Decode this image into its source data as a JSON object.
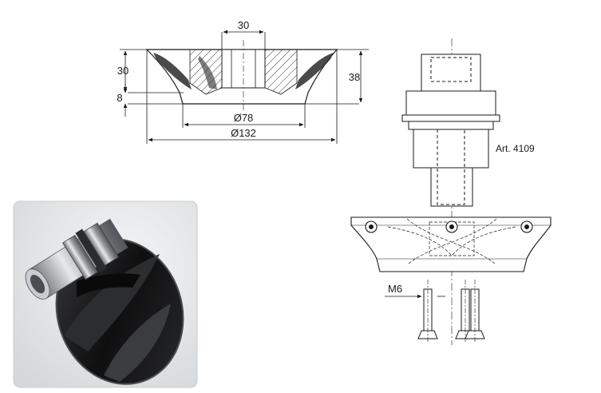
{
  "top_view": {
    "dims": {
      "bore_width": "30",
      "height_upper": "30",
      "height_lower": "8",
      "height_total": "38",
      "inner_diameter": "Ø78",
      "outer_diameter": "Ø132"
    }
  },
  "assembly": {
    "article_label": "Art. 4109",
    "screw_label": "M6"
  },
  "photo": {
    "subject": "black cutter head with silver shank"
  },
  "colors": {
    "line": "#1a1a1a",
    "hatch": "#333333",
    "photo_background": "#e4e6e7",
    "cutter_body": "#141414",
    "shank": "#a9acb0"
  }
}
